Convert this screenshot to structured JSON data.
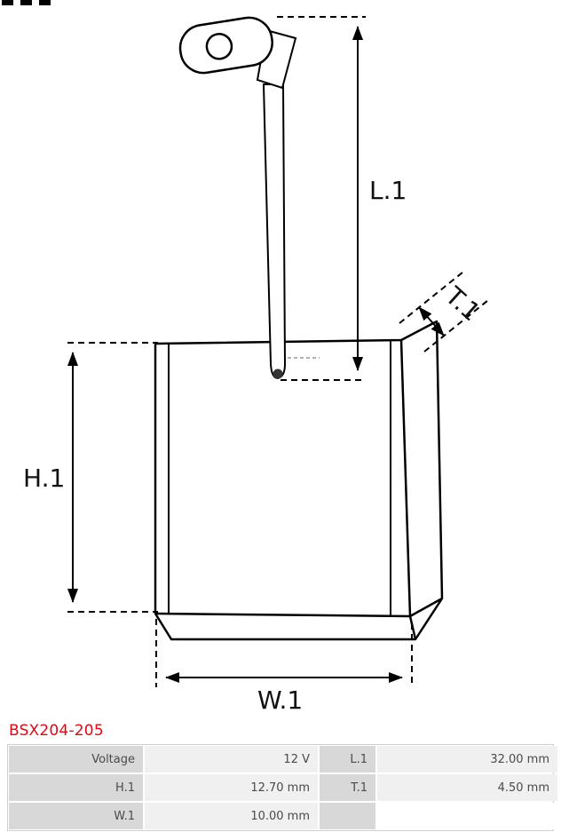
{
  "part_number": "BSX204-205",
  "diagram": {
    "dimension_labels": {
      "l1": "L.1",
      "h1": "H.1",
      "w1": "W.1",
      "t1": "T.1"
    }
  },
  "spec_table": {
    "rows": [
      {
        "c1": "Voltage",
        "v1": "12 V",
        "c2": "L.1",
        "v2": "32.00 mm"
      },
      {
        "c1": "H.1",
        "v1": "12.70 mm",
        "c2": "T.1",
        "v2": "4.50 mm"
      },
      {
        "c1": "W.1",
        "v1": "10.00 mm",
        "c2": "",
        "v2": ""
      }
    ]
  },
  "colors": {
    "part_number_red": "#e30613",
    "label_cell_bg": "#d8d8d8",
    "value_cell_bg": "#f0f0f0",
    "line_color": "#000000"
  }
}
